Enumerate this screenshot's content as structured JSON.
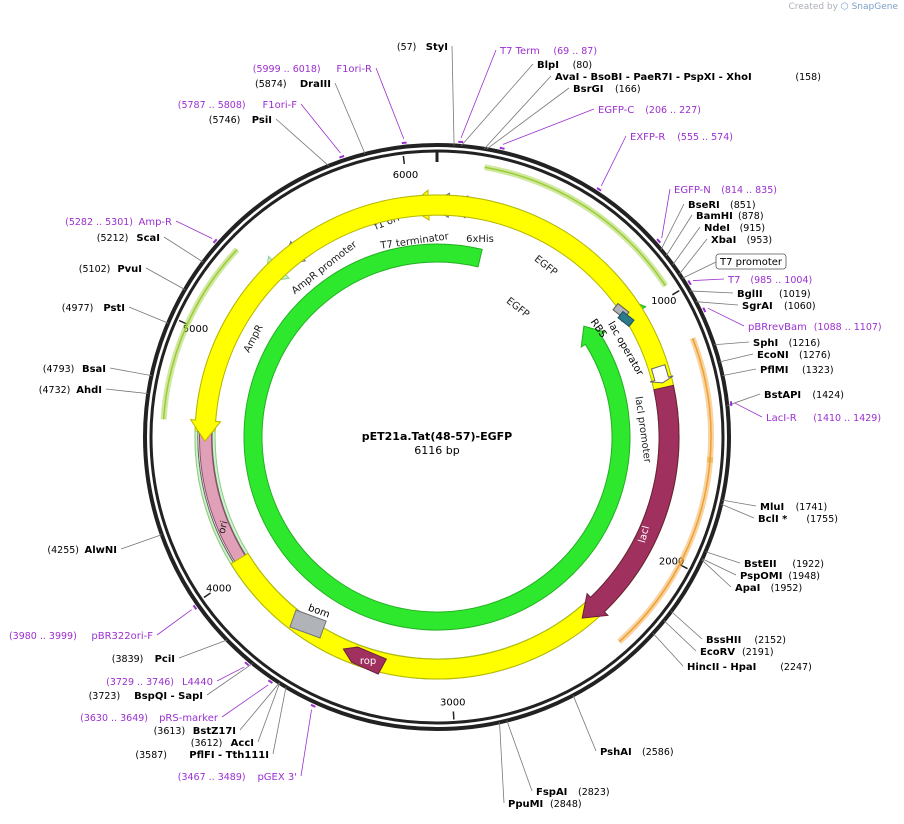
{
  "credit": {
    "prefix": "Created by",
    "brand": "SnapGene"
  },
  "plasmid": {
    "name": "pET21a.Tat(48-57)-EGFP",
    "length": 6116,
    "length_label": "6116 bp"
  },
  "ticks": [
    "1000",
    "2000",
    "3000",
    "4000",
    "5000",
    "6000"
  ],
  "features": [
    {
      "name": "EGFP",
      "kind": "cds",
      "start": 900,
      "end": 180,
      "color": "#2ee82e",
      "edge": "#22b022"
    },
    {
      "name": "EGFP",
      "kind": "cds",
      "start": 900,
      "end": 180,
      "color": "#2ee82e",
      "edge": "#22b022"
    },
    {
      "name": "f1 ori",
      "kind": "origin",
      "start": 5530,
      "end": 5995,
      "color": "#ffff00",
      "edge": "#b8b800"
    },
    {
      "name": "AmpR",
      "kind": "cds",
      "start": 5300,
      "end": 4610,
      "color": "#ccf5cc",
      "edge": "#8fcf8f"
    },
    {
      "name": "AmpR promoter",
      "kind": "promoter",
      "start": 5405,
      "end": 5300,
      "color": "#ffffff",
      "edge": "#666666"
    },
    {
      "name": "T7 terminator",
      "kind": "terminator",
      "start": 6080,
      "end": 6030,
      "color": "#ffffff",
      "edge": "#666666"
    },
    {
      "name": "6xHis",
      "kind": "tag",
      "start": 38,
      "end": 22,
      "color": "#e0a0b8",
      "edge": "#8a5068"
    },
    {
      "name": "ori",
      "kind": "origin",
      "start": 4570,
      "end": 4050,
      "color": "#ffff00",
      "edge": "#b8b800"
    },
    {
      "name": "bom",
      "kind": "misc",
      "color": "#b0b4b8",
      "edge": "#707478"
    },
    {
      "name": "rop",
      "kind": "cds",
      "color": "#a0305e",
      "edge": "#6a1f3e"
    },
    {
      "name": "lacI",
      "kind": "cds",
      "start": 1320,
      "end": 2400,
      "color": "#a0305e",
      "edge": "#6a1f3e"
    },
    {
      "name": "lacI promoter",
      "kind": "promoter",
      "start": 1230,
      "end": 1300,
      "color": "#ffffff",
      "edge": "#666666"
    },
    {
      "name": "lac operator",
      "kind": "misc"
    },
    {
      "name": "RBS",
      "kind": "misc"
    },
    {
      "name": "T7 promoter",
      "kind": "promoter"
    }
  ],
  "outer_arcs": [
    {
      "start": 170,
      "end": 960,
      "color": "#9acd32"
    },
    {
      "start": 1170,
      "end": 1620,
      "color": "#f0a030"
    },
    {
      "start": 1600,
      "end": 2350,
      "color": "#f0a030"
    },
    {
      "start": 4650,
      "end": 5320,
      "color": "#9acd32"
    }
  ],
  "enzymes": [
    {
      "name": "StyI",
      "pos": "(57)",
      "side": "left"
    },
    {
      "name": "BlpI",
      "pos": "(80)",
      "side": "right"
    },
    {
      "name": "AvaI - BsoBI - PaeR7I - PspXI - XhoI",
      "pos": "(158)",
      "side": "right"
    },
    {
      "name": "BsrGI",
      "pos": "(166)",
      "side": "right"
    },
    {
      "name": "BseRI",
      "pos": "(851)",
      "side": "right"
    },
    {
      "name": "BamHI",
      "pos": "(878)",
      "side": "right"
    },
    {
      "name": "NdeI",
      "pos": "(915)",
      "side": "right"
    },
    {
      "name": "XbaI",
      "pos": "(953)",
      "side": "right"
    },
    {
      "name": "BglII",
      "pos": "(1019)",
      "side": "right"
    },
    {
      "name": "SgrAI",
      "pos": "(1060)",
      "side": "right"
    },
    {
      "name": "SphI",
      "pos": "(1216)",
      "side": "right"
    },
    {
      "name": "EcoNI",
      "pos": "(1276)",
      "side": "right"
    },
    {
      "name": "PflMI",
      "pos": "(1323)",
      "side": "right"
    },
    {
      "name": "BstAPI",
      "pos": "(1424)",
      "side": "right"
    },
    {
      "name": "MluI",
      "pos": "(1741)",
      "side": "right"
    },
    {
      "name": "BclI *",
      "pos": "(1755)",
      "side": "right"
    },
    {
      "name": "BstEII",
      "pos": "(1922)",
      "side": "right"
    },
    {
      "name": "PspOMI",
      "pos": "(1948)",
      "side": "right"
    },
    {
      "name": "ApaI",
      "pos": "(1952)",
      "side": "right"
    },
    {
      "name": "BssHII",
      "pos": "(2152)",
      "side": "right"
    },
    {
      "name": "EcoRV",
      "pos": "(2191)",
      "side": "right"
    },
    {
      "name": "HincII - HpaI",
      "pos": "(2247)",
      "side": "right"
    },
    {
      "name": "PshAI",
      "pos": "(2586)",
      "side": "right"
    },
    {
      "name": "FspAI",
      "pos": "(2823)",
      "side": "right"
    },
    {
      "name": "PpuMI",
      "pos": "(2848)",
      "side": "right"
    },
    {
      "name": "DraIII",
      "pos": "(5874)",
      "side": "left"
    },
    {
      "name": "PsiI",
      "pos": "(5746)",
      "side": "left"
    },
    {
      "name": "ScaI",
      "pos": "(5212)",
      "side": "left"
    },
    {
      "name": "PvuI",
      "pos": "(5102)",
      "side": "left"
    },
    {
      "name": "PstI",
      "pos": "(4977)",
      "side": "left"
    },
    {
      "name": "BsaI",
      "pos": "(4793)",
      "side": "left"
    },
    {
      "name": "AhdI",
      "pos": "(4732)",
      "side": "left"
    },
    {
      "name": "AlwNI",
      "pos": "(4255)",
      "side": "left"
    },
    {
      "name": "PciI",
      "pos": "(3839)",
      "side": "left"
    },
    {
      "name": "BspQI - SapI",
      "pos": "(3723)",
      "side": "left"
    },
    {
      "name": "BstZ17I",
      "pos": "(3613)",
      "side": "left"
    },
    {
      "name": "AccI",
      "pos": "(3612)",
      "side": "left"
    },
    {
      "name": "PflFI - Tth111I",
      "pos": "(3587)",
      "side": "left"
    }
  ],
  "primers": [
    {
      "name": "T7 Term",
      "range": "(69 .. 87)"
    },
    {
      "name": "F1ori-R",
      "range": "(5999 .. 6018)"
    },
    {
      "name": "F1ori-F",
      "range": "(5787 .. 5808)"
    },
    {
      "name": "EGFP-C",
      "range": "(206 .. 227)"
    },
    {
      "name": "EXFP-R",
      "range": "(555 .. 574)"
    },
    {
      "name": "EGFP-N",
      "range": "(814 .. 835)"
    },
    {
      "name": "T7",
      "range": "(985 .. 1004)"
    },
    {
      "name": "pBRrevBam",
      "range": "(1088 .. 1107)"
    },
    {
      "name": "LacI-R",
      "range": "(1410 .. 1429)"
    },
    {
      "name": "Amp-R",
      "range": "(5282 .. 5301)"
    },
    {
      "name": "pBR322ori-F",
      "range": "(3980 .. 3999)"
    },
    {
      "name": "L4440",
      "range": "(3729 .. 3746)"
    },
    {
      "name": "pRS-marker",
      "range": "(3630 .. 3649)"
    },
    {
      "name": "pGEX 3'",
      "range": "(3467 .. 3489)"
    }
  ],
  "colors": {
    "enzyme_text": "#000000",
    "position_text": "#000000",
    "primer": "#9b30d0",
    "backbone": "#222222"
  }
}
